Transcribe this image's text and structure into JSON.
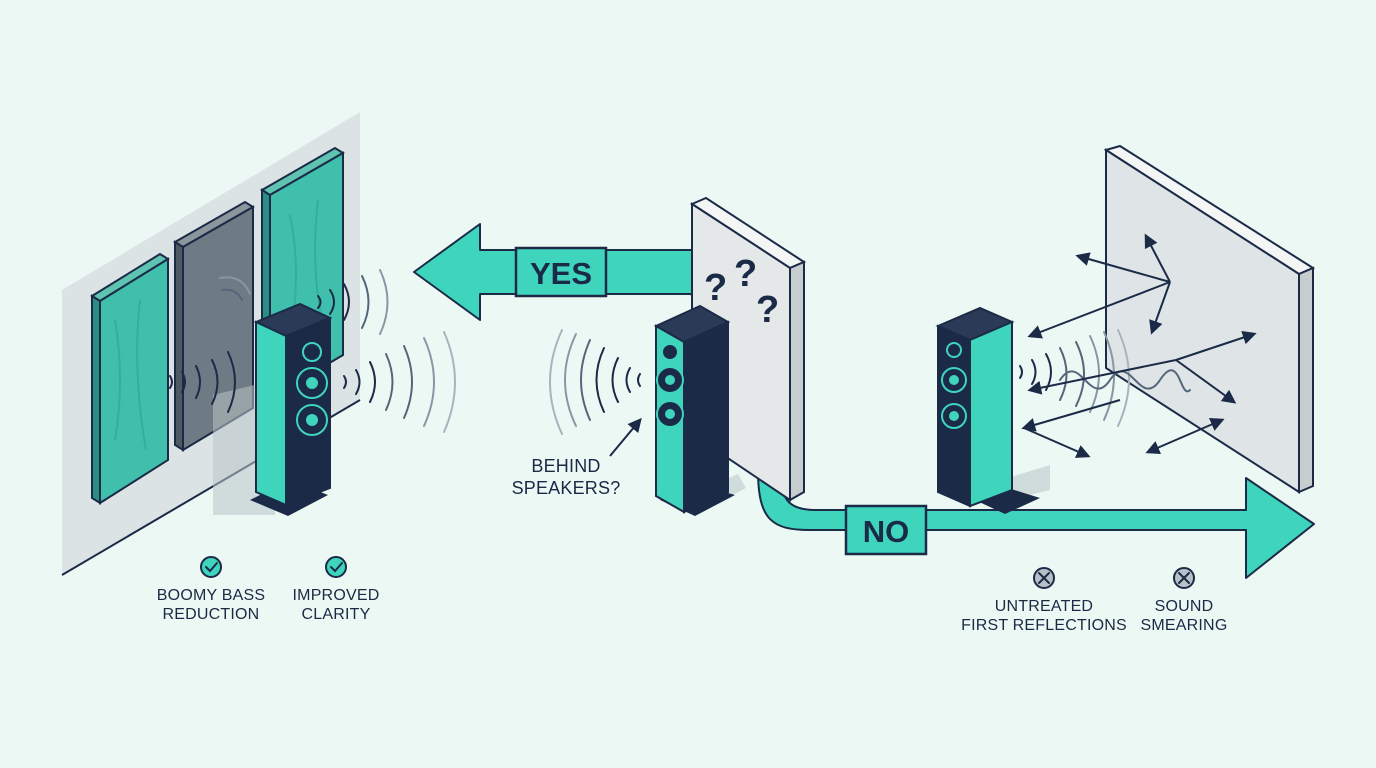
{
  "decision": {
    "question_line1": "BEHIND",
    "question_line2": "SPEAKERS?",
    "yes_label": "YES",
    "no_label": "NO"
  },
  "yes_outcomes": [
    {
      "line1": "BOOMY BASS",
      "line2": "REDUCTION",
      "icon": "check-icon"
    },
    {
      "line1": "IMPROVED",
      "line2": "CLARITY",
      "icon": "check-icon"
    }
  ],
  "no_outcomes": [
    {
      "line1": "UNTREATED",
      "line2": "FIRST REFLECTIONS",
      "icon": "x-icon"
    },
    {
      "line1": "SOUND",
      "line2": "SMEARING",
      "icon": "x-icon"
    }
  ],
  "colors": {
    "background": "#ecf8f4",
    "teal": "#3fd5bd",
    "navy": "#1b2a47",
    "panel_grey": "#dfe5e6"
  }
}
